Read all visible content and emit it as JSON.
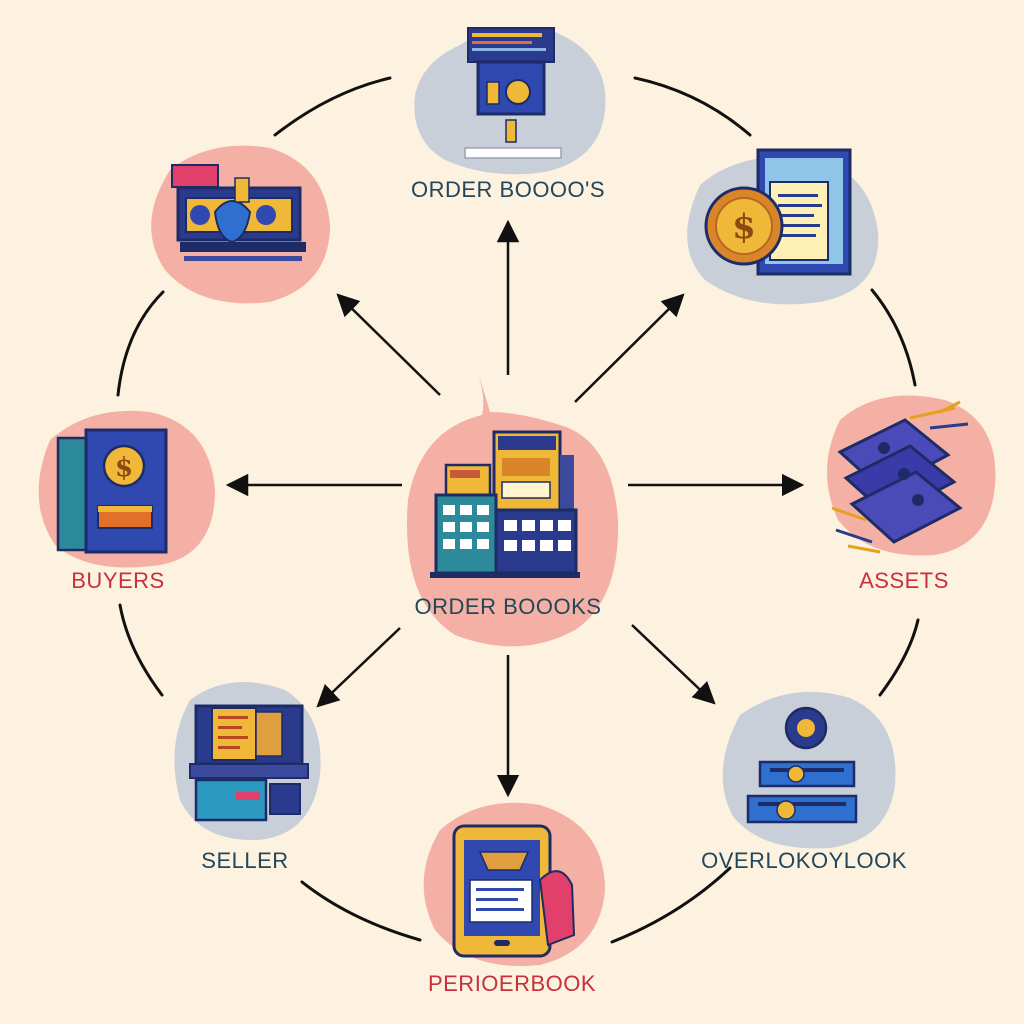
{
  "nodes": {
    "center": {
      "label": "ORDER BOOOKS",
      "icon": "building-document-icon"
    },
    "top": {
      "label": "ORDER BOOOO'S",
      "icon": "atm-coin-icon"
    },
    "top_left": {
      "label": "",
      "icon": "cash-register-icon"
    },
    "top_right": {
      "label": "",
      "icon": "coin-document-tablet-icon"
    },
    "left": {
      "label": "BUYERS",
      "icon": "dollar-wallet-icon"
    },
    "right": {
      "label": "ASSETS",
      "icon": "cash-stack-icon"
    },
    "bottom_left": {
      "label": "SELLER",
      "icon": "printer-register-icon"
    },
    "bottom": {
      "label": "PERIOERBOOK",
      "icon": "tablet-document-icon"
    },
    "bottom_right": {
      "label": "OVERLOKOYLOOK",
      "icon": "coin-stack-icon"
    }
  },
  "colors": {
    "background": "#fcf2df",
    "pink_blob": "#f4b0a4",
    "gray_blob": "#c9cfd9",
    "label_dark": "#23465a",
    "label_red": "#c8303c",
    "navy": "#2a3a8c",
    "gold": "#f0b838"
  }
}
